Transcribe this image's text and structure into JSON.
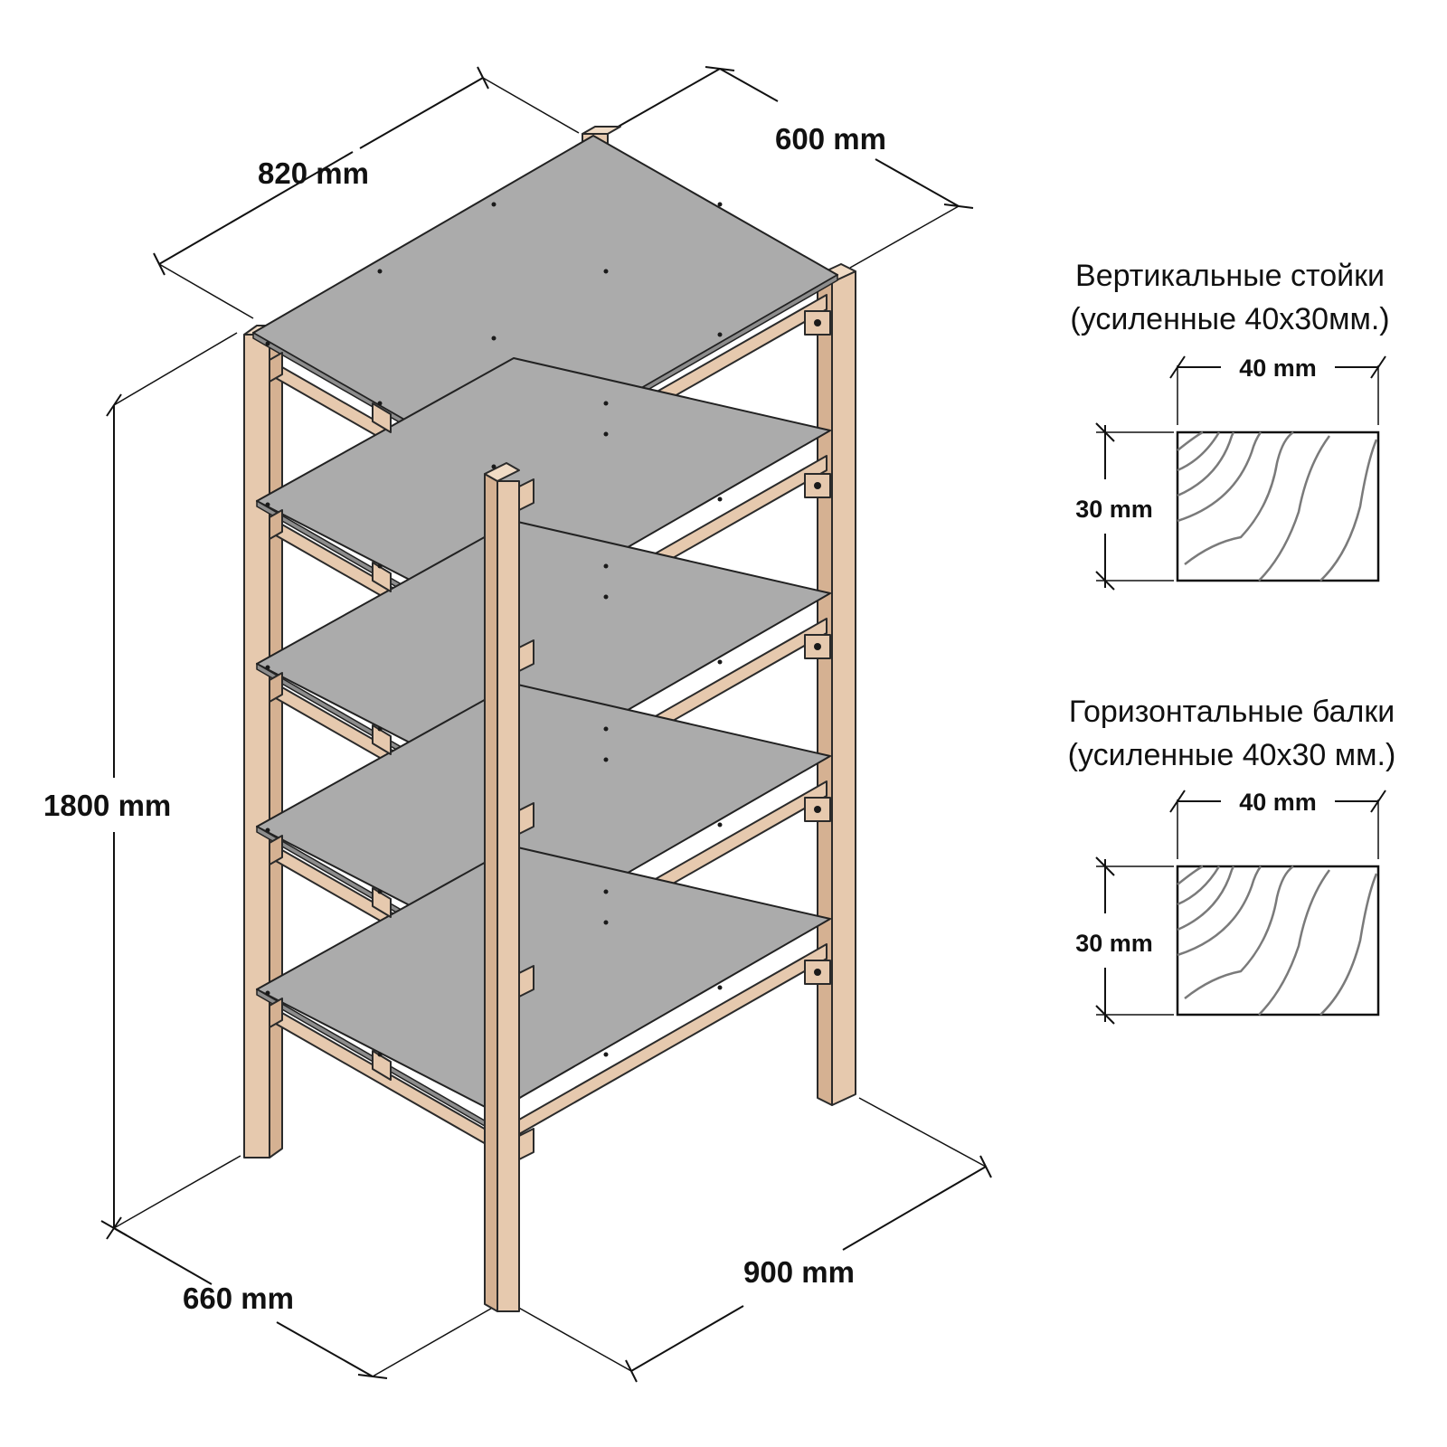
{
  "dimensions": {
    "top_depth": "820 mm",
    "top_width": "600 mm",
    "height": "1800 mm",
    "bottom_depth": "660 mm",
    "bottom_width": "900 mm"
  },
  "sections": [
    {
      "title": "Вертикальные стойки",
      "subtitle": "(усиленные 40х30мм.)",
      "width_label": "40 mm",
      "height_label": "30 mm"
    },
    {
      "title": "Горизонтальные балки",
      "subtitle": "(усиленные 40х30 мм.)",
      "width_label": "40 mm",
      "height_label": "30 mm"
    }
  ],
  "colors": {
    "shelf": "#ababab",
    "wood": "#e6c9ae",
    "line": "#111111"
  }
}
